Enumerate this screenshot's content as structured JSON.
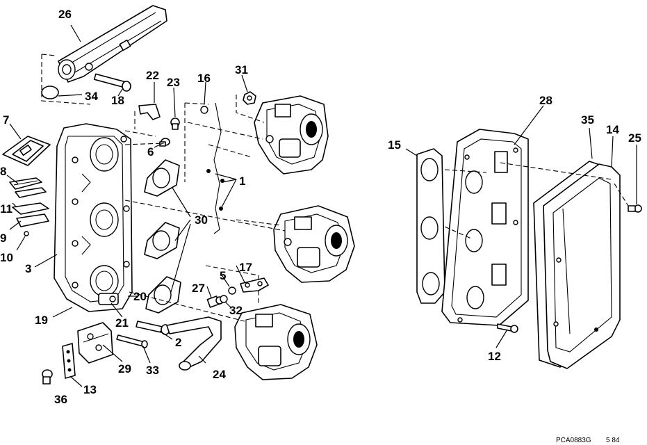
{
  "callouts": {
    "c1": "1",
    "c2": "2",
    "c3": "3",
    "c5": "5",
    "c6": "6",
    "c7": "7",
    "c8": "8",
    "c9": "9",
    "c10": "10",
    "c11": "11",
    "c12": "12",
    "c13": "13",
    "c14": "14",
    "c15": "15",
    "c16": "16",
    "c17": "17",
    "c18": "18",
    "c19": "19",
    "c20": "20",
    "c21": "21",
    "c22": "22",
    "c23": "23",
    "c24": "24",
    "c25": "25",
    "c26": "26",
    "c27": "27",
    "c28": "28",
    "c29": "29",
    "c30": "30",
    "c31": "31",
    "c32": "32",
    "c33": "33",
    "c34": "34",
    "c35": "35",
    "c36": "36"
  },
  "footer": {
    "code": "PCA0883G",
    "date": "5 84"
  }
}
